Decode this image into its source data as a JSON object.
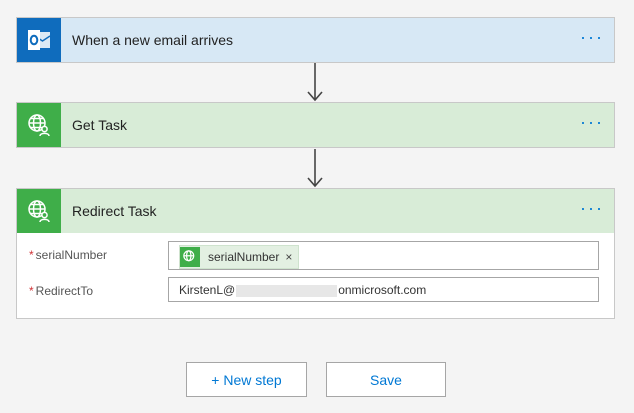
{
  "steps": [
    {
      "title": "When a new email arrives",
      "icon": "outlook-icon",
      "color": "#0f6cbd",
      "more": "···"
    },
    {
      "title": "Get Task",
      "icon": "globe-user-icon",
      "color": "#3fae49",
      "more": "···"
    },
    {
      "title": "Redirect Task",
      "icon": "globe-user-icon",
      "color": "#3fae49",
      "more": "···"
    }
  ],
  "redirect_fields": {
    "serial_label": "serialNumber",
    "serial_token": "serialNumber",
    "redirect_label": "RedirectTo",
    "redirect_prefix": "KirstenL@",
    "redirect_suffix": "onmicrosoft.com",
    "required_mark": "*"
  },
  "buttons": {
    "new_step": "+ New step",
    "save": "Save"
  }
}
